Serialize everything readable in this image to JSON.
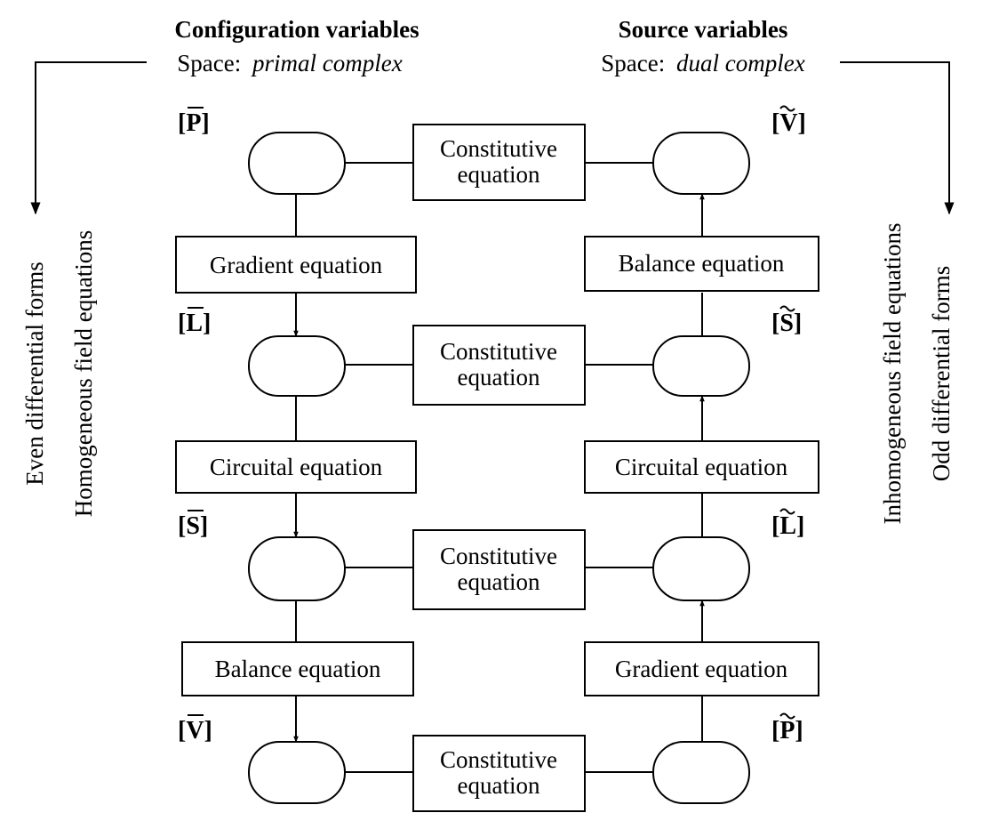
{
  "header": {
    "left": {
      "title": "Configuration variables",
      "space_label": "Space:",
      "space_value": "primal complex"
    },
    "right": {
      "title": "Source variables",
      "space_label": "Space:",
      "space_value": "dual complex"
    }
  },
  "side_labels": {
    "left_outer": "Even differential forms",
    "left_inner": "Homogeneous field equations",
    "right_inner": "Inhomogeneous field equations",
    "right_outer": "Odd differential forms"
  },
  "left_column": {
    "nodes": [
      {
        "symbol": "[P]",
        "mark": "bar"
      },
      {
        "symbol": "[L]",
        "mark": "bar"
      },
      {
        "symbol": "[S]",
        "mark": "bar"
      },
      {
        "symbol": "[V]",
        "mark": "bar"
      }
    ],
    "equations": [
      "Gradient equation",
      "Circuital equation",
      "Balance equation"
    ]
  },
  "right_column": {
    "nodes": [
      {
        "symbol": "[V]",
        "mark": "tilde"
      },
      {
        "symbol": "[S]",
        "mark": "tilde"
      },
      {
        "symbol": "[L]",
        "mark": "tilde"
      },
      {
        "symbol": "[P]",
        "mark": "tilde"
      }
    ],
    "equations": [
      "Balance equation",
      "Circuital equation",
      "Gradient equation"
    ]
  },
  "constitutive": {
    "line1": "Constitutive",
    "line2": "equation"
  }
}
